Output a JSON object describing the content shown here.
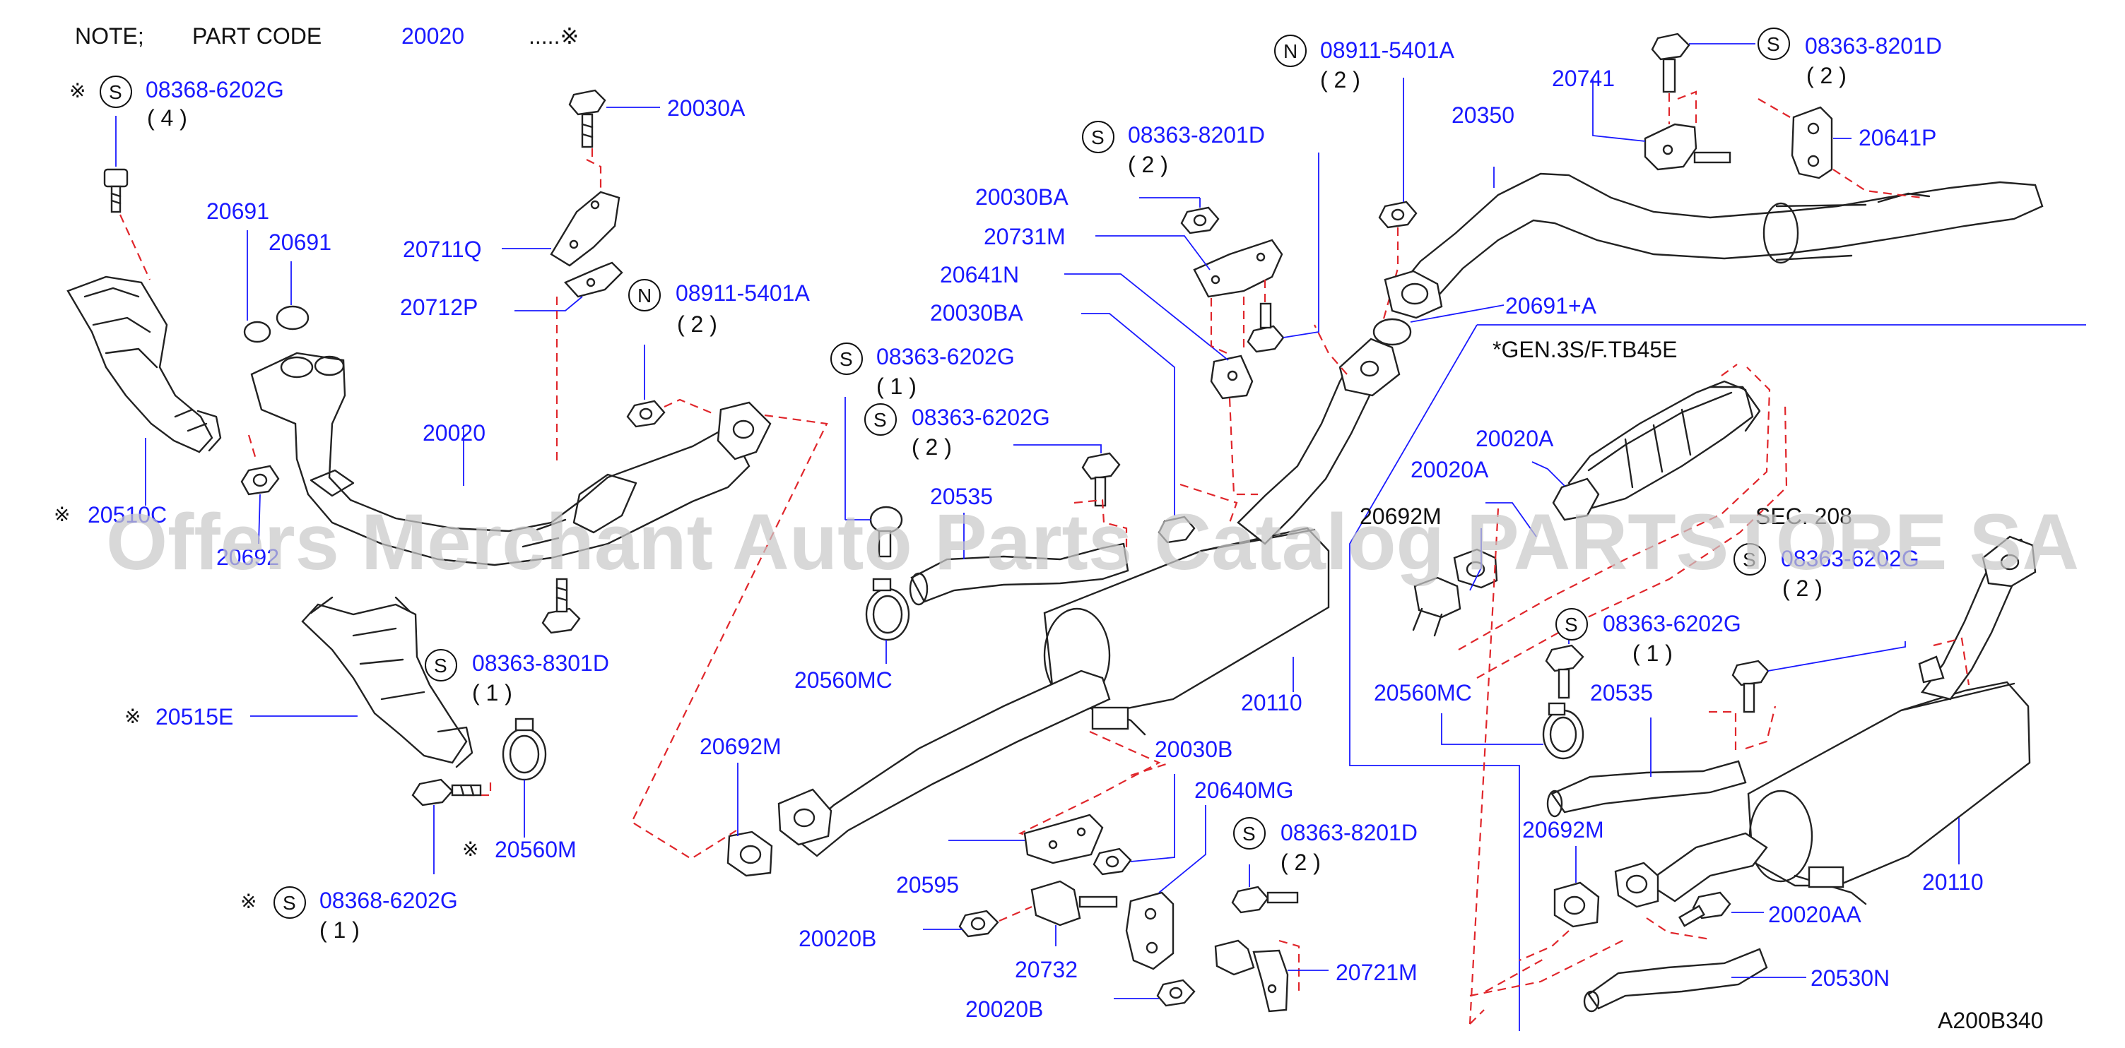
{
  "note": {
    "label": "NOTE;",
    "part_code_label": "PART  CODE",
    "code": "20020",
    "mark": ".....※"
  },
  "diagram_id": "A200B340",
  "engine_note": "*GEN.3S/F.TB45E",
  "sec_ref": "SEC. 208",
  "watermark": "Offers Merchant Auto Parts Catalog PARTSTORE SA",
  "colors": {
    "label": "#1a1aff",
    "dashed_line": "#e0262b",
    "parts": "#222222"
  },
  "labels": {
    "p08368_top": "08368-6202G",
    "q08368_top": "( 4 )",
    "p20030A": "20030A",
    "p20691_a": "20691",
    "p20691_b": "20691",
    "p20711Q": "20711Q",
    "p20712P": "20712P",
    "p08911_left": "08911-5401A",
    "q08911_left": "( 2 )",
    "p20020": "20020",
    "p20510": "20510C",
    "p20692": "20692",
    "p08363_8301D": "08363-8301D",
    "q08363_8301D": "( 1 )",
    "p20515E": "20515E",
    "p20560M": "20560M",
    "p08368_bottom": "08368-6202G",
    "q08368_bottom": "( 1 )",
    "p08363_6202G_a": "08363-6202G",
    "q08363_6202G_a": "( 1 )",
    "p08363_6202G_b": "08363-6202G",
    "q08363_6202G_b": "( 2 )",
    "p20535_left": "20535",
    "p20560MC_left": "20560MC",
    "p20692M_left": "20692M",
    "p08363_8201D_mid": "08363-8201D",
    "q08363_8201D_mid": "( 2 )",
    "p20030BA_top": "20030BA",
    "p20731M": "20731M",
    "p20641N": "20641N",
    "p20030BA_low": "20030BA",
    "p08911_mid": "08911-5401A",
    "q08911_mid": "( 2 )",
    "p20110_left": "20110",
    "p20030B": "20030B",
    "p20640MG": "20640MG",
    "p20595": "20595",
    "p08363_8201D_low": "08363-8201D",
    "q08363_8201D_low": "( 2 )",
    "p20020B_a": "20020B",
    "p20732": "20732",
    "p20721M": "20721M",
    "p20020B_b": "20020B",
    "p20741": "20741",
    "p08363_8201D_top": "08363-8201D",
    "q08363_8201D_top": "( 2 )",
    "p20350": "20350",
    "p20641P": "20641P",
    "p20691A": "20691+A",
    "p20020A_a": "20020A",
    "p20020A_b": "20020A",
    "p20692M_right": "20692M",
    "p08363_6202G_c": "08363-6202G",
    "q08363_6202G_c": "( 2 )",
    "p08363_6202G_d": "08363-6202G",
    "q08363_6202G_d": "( 1 )",
    "p20560MC_right": "20560MC",
    "p20535_right": "20535",
    "p20692M_right2": "20692M",
    "p20110_right": "20110",
    "p20020AA": "20020AA",
    "p20530N": "20530N"
  },
  "symbols": {
    "s": "S",
    "n": "N",
    "mark": "※"
  }
}
